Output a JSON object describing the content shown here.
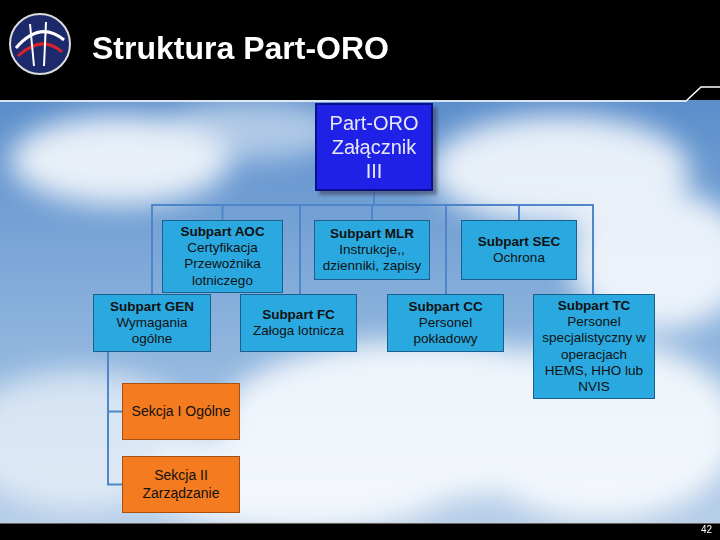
{
  "diagram": {
    "title": "Struktura Part-ORO",
    "nodes": [
      {
        "text": [
          "Part-ORO Załącznik III"
        ]
      },
      {
        "text": [
          "Subpart AOC",
          "Certyfikacja Przewoźnika lotniczego"
        ]
      },
      {
        "text": [
          "Subpart MLR",
          "Instrukcje,, dzienniki, zapisy"
        ]
      },
      {
        "text": [
          "Subpart SEC",
          "Ochrona"
        ]
      },
      {
        "text": [
          "Subpart GEN",
          "Wymagania ogólne"
        ]
      },
      {
        "text": [
          "Subpart FC",
          "Załoga lotnicza"
        ]
      },
      {
        "text": [
          "Subpart CC",
          "Personel pokładowy"
        ]
      },
      {
        "text": [
          "Subpart TC",
          "Personel specjalistyczny w operacjach HEMS, HHO lub NVIS"
        ]
      },
      {
        "text": [
          "Sekcja I Ogólne"
        ]
      },
      {
        "text": [
          "Sekcja II Zarządzanie"
        ]
      }
    ],
    "edges": [
      {
        "from": 0,
        "to": 1,
        "arrow": "none"
      },
      {
        "from": 0,
        "to": 2,
        "arrow": "none"
      },
      {
        "from": 0,
        "to": 3,
        "arrow": "none"
      },
      {
        "from": 0,
        "to": 4,
        "arrow": "none"
      },
      {
        "from": 0,
        "to": 5,
        "arrow": "none"
      },
      {
        "from": 0,
        "to": 6,
        "arrow": "none"
      },
      {
        "from": 0,
        "to": 7,
        "arrow": "none"
      },
      {
        "from": 4,
        "to": 8,
        "arrow": "none"
      },
      {
        "from": 4,
        "to": 9,
        "arrow": "none"
      }
    ],
    "labels": [
      "42"
    ]
  }
}
